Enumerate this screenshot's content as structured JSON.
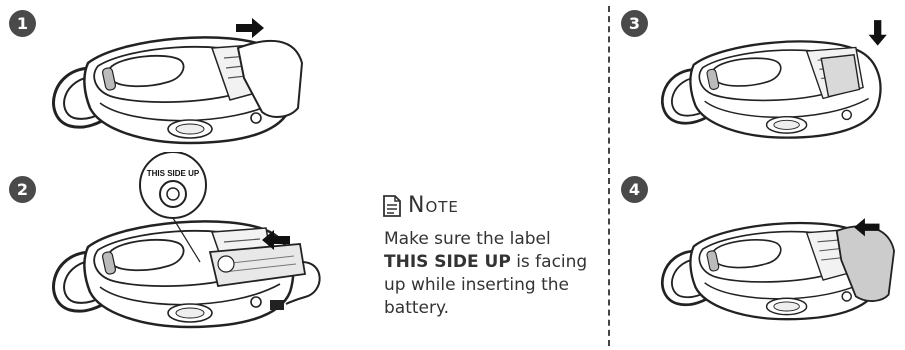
{
  "steps": [
    {
      "number": "1"
    },
    {
      "number": "2"
    },
    {
      "number": "3"
    },
    {
      "number": "4"
    }
  ],
  "sticker": {
    "label": "THIS SIDE UP"
  },
  "note": {
    "icon": "note-icon",
    "title": "Note",
    "body_before": "Make sure the label ",
    "body_bold": "THIS SIDE UP",
    "body_after": " is facing up while inserting the battery."
  },
  "colors": {
    "badge": "#4a4a4a",
    "line": "#222222",
    "text": "#333333"
  }
}
